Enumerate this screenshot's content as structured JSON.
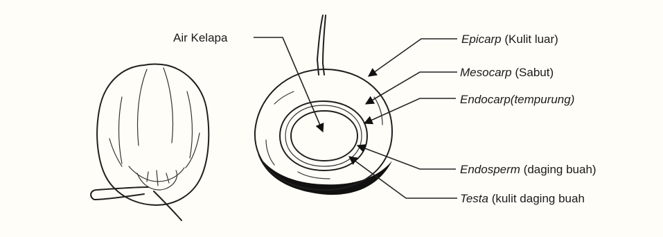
{
  "diagram": {
    "labels": {
      "air_kelapa": "Air Kelapa",
      "epicarp_term": "Epicarp",
      "epicarp_desc": " (Kulit luar)",
      "mesocarp_term": "Mesocarp",
      "mesocarp_desc": " (Sabut)",
      "endocarp_term": "Endocarp",
      "endocarp_desc": "(tempurung)",
      "endosperm_term": "Endosperm",
      "endosperm_desc": " (daging buah)",
      "testa_term": "Testa",
      "testa_desc": " (kulit daging buah"
    },
    "colors": {
      "background": "#fffdf7",
      "ink": "#1e1e1e",
      "shell_base": "#111111",
      "fruit_fill": "#ffffff",
      "kernel_fill": "#f4f4f4"
    }
  }
}
